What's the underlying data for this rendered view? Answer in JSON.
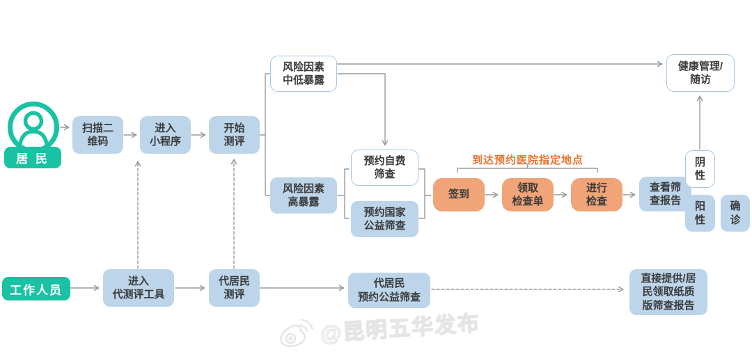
{
  "actors": {
    "resident": "居 民",
    "staff": "工作人员"
  },
  "nodes": {
    "scan_qr": "扫描二\n维码",
    "enter_miniprogram": "进入\n小程序",
    "start_assessment": "开始\n测评",
    "risk_mid_low": "风险因素\n中低暴露",
    "risk_high": "风险因素\n高暴露",
    "book_self_paid": "预约自费\n筛查",
    "book_public": "预约国家\n公益筛查",
    "check_in": "签到",
    "get_checklist": "领取\n检查单",
    "do_check": "进行\n检查",
    "view_report": "查看筛\n查报告",
    "negative": "阴\n性",
    "positive": "阳\n性",
    "confirmed": "确\n诊",
    "health_mgmt": "健康管理/\n随访",
    "enter_proxy_tool": "进入\n代测评工具",
    "proxy_assessment": "代居民\n测评",
    "proxy_booking": "代居民\n预约公益筛查",
    "paper_report": "直接提供/居\n民领取纸质\n版筛查报告"
  },
  "annotations": {
    "hospital_location": "到达预约医院指定地点"
  },
  "watermark": {
    "text": "@昆明五华发布"
  },
  "colors": {
    "teal": "#19c2a2",
    "node_blue": "#bdd5ea",
    "node_orange": "#f0a478",
    "white_box_border": "#a6c6e2",
    "accent_orange": "#e5732f",
    "line_gray": "#9a9a9a"
  }
}
